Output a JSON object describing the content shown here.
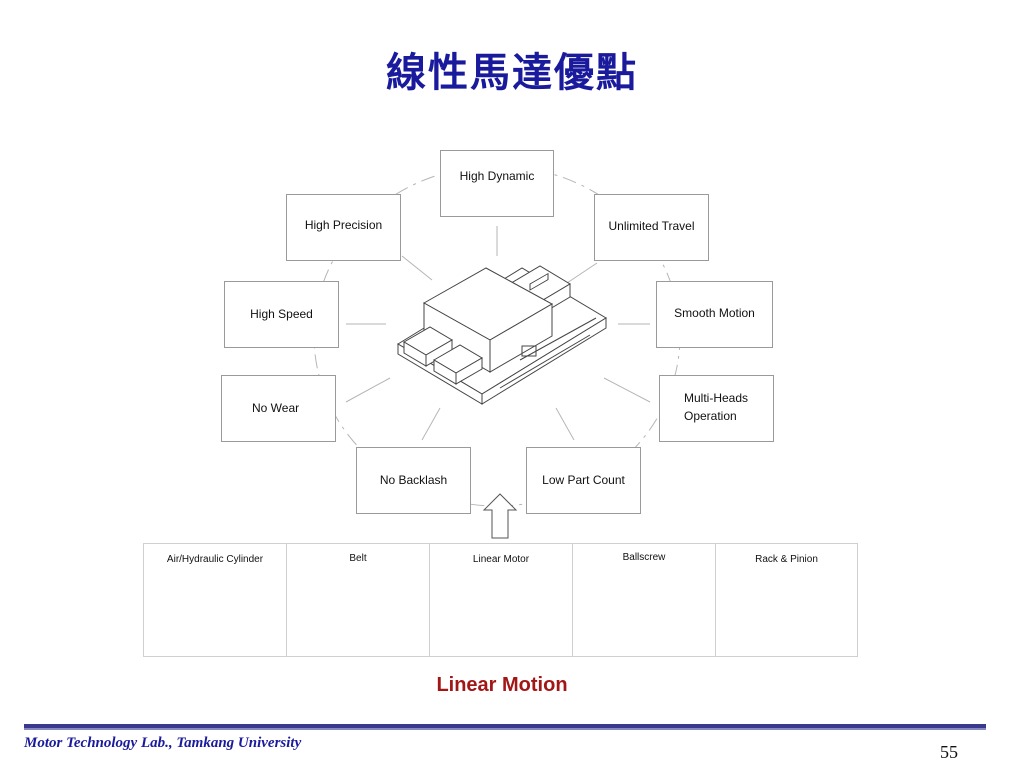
{
  "title": "線性馬達優點",
  "advantages": {
    "high_dynamic": "High Dynamic",
    "high_precision": "High Precision",
    "unlimited_travel": "Unlimited Travel",
    "high_speed": "High Speed",
    "smooth_motion": "Smooth Motion",
    "no_wear": "No Wear",
    "multi_heads": "Multi-Heads\nOperation",
    "no_backlash": "No Backlash",
    "low_part_count": "Low Part Count"
  },
  "mechanisms": [
    {
      "label": "Air/Hydraulic Cylinder"
    },
    {
      "label": "Belt"
    },
    {
      "label": "Linear Motor"
    },
    {
      "label": "Ballscrew"
    },
    {
      "label": "Rack & Pinion"
    }
  ],
  "caption": "Linear Motion",
  "footer": "Motor Technology Lab., Tamkang University",
  "page_number": "55",
  "colors": {
    "title": "#1a1a9c",
    "caption": "#a31616",
    "footer_bar": "#3a3a8c"
  }
}
